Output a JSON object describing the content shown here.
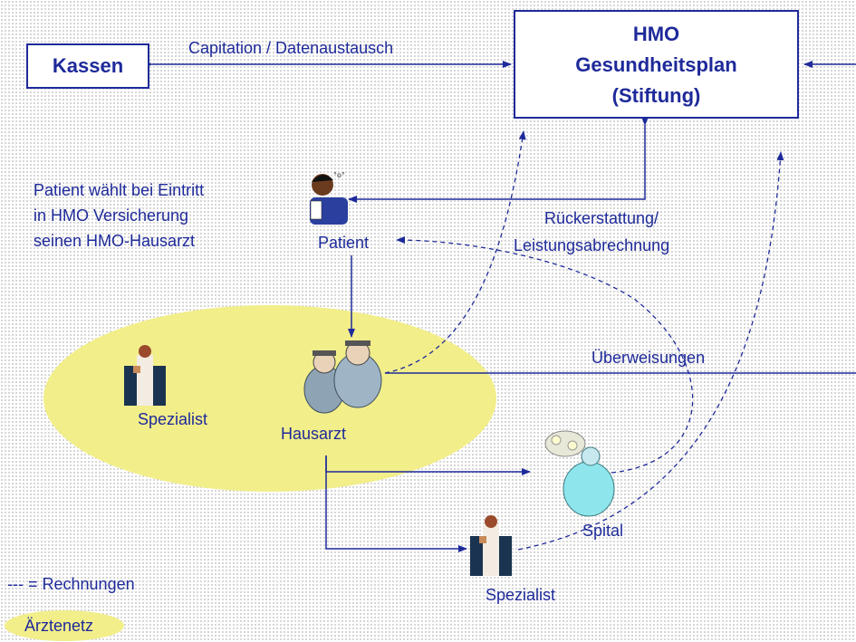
{
  "nodes": {
    "kassen": "Kassen",
    "hmo_line1": "HMO",
    "hmo_line2": "Gesundheitsplan",
    "hmo_line3": "(Stiftung)",
    "patient": "Patient",
    "hausarzt": "Hausarzt",
    "spezialist_network": "Spezialist",
    "spital": "Spital",
    "spezialist_external": "Spezialist"
  },
  "edges": {
    "capitation": "Capitation / Datenaustausch",
    "rueckerstattung_line1": "Rückerstattung/",
    "rueckerstattung_line2": "Leistungsabrechnung",
    "ueberweisungen": "Überweisungen"
  },
  "note": {
    "line1": "Patient wählt bei Eintritt",
    "line2": "in HMO Versicherung",
    "line3": "seinen HMO-Hausarzt"
  },
  "legend": {
    "dashed_symbol": "---",
    "dashed_label": "= Rechnungen",
    "network_label": "Ärztenetz"
  },
  "colors": {
    "line": "#1e2a9a",
    "network_fill": "#f2ee8a",
    "background": "#ffffff"
  }
}
